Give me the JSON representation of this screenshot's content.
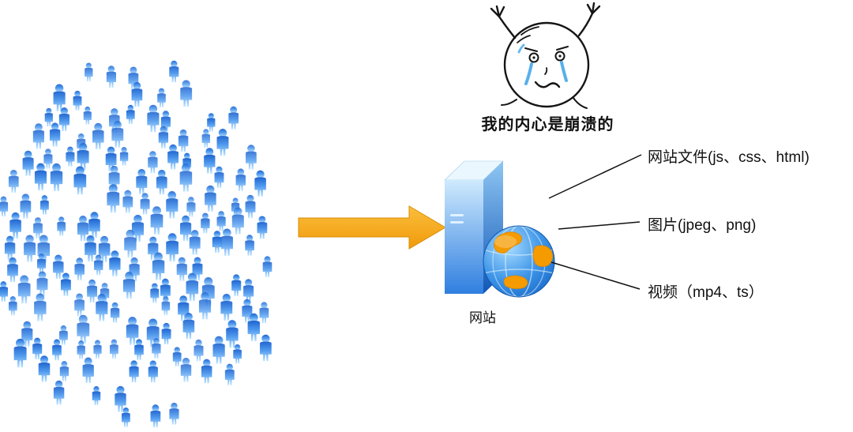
{
  "meme": {
    "caption": "我的内心是崩溃的"
  },
  "server": {
    "label": "网站"
  },
  "callouts": [
    {
      "label": "网站文件(js、css、html)"
    },
    {
      "label": "图片(jpeg、png)"
    },
    {
      "label": "视频（mp4、ts）"
    }
  ],
  "icons": {
    "crowd": "crowd-of-users-icon",
    "arrow": "right-arrow-icon",
    "server": "server-tower-icon",
    "globe": "globe-icon",
    "meme_face": "crying-meme-face-icon"
  },
  "colors": {
    "person_blue_dark": "#1E63CF",
    "person_blue_mid": "#4B97EE",
    "person_blue_light": "#B9E2FF",
    "arrow_orange": "#F5A821",
    "server_front_blue": "#2F7FE0",
    "server_side_blue": "#1257B8",
    "globe_blue": "#1668C9",
    "continent_orange": "#F59B00",
    "tear_blue": "#45A7EA",
    "line_black": "#111111",
    "background": "#FFFFFF"
  }
}
